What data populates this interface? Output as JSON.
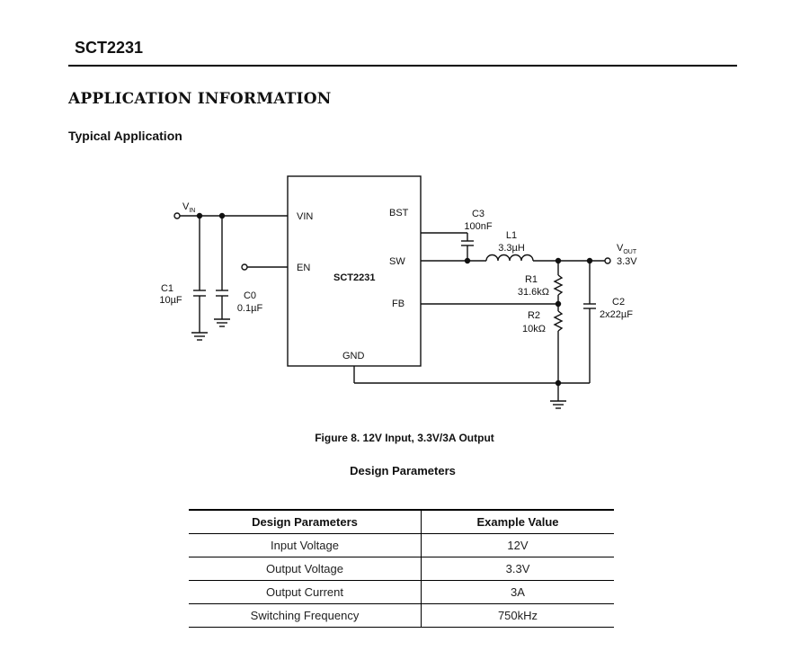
{
  "header": {
    "part_number": "SCT2231"
  },
  "section": {
    "title": "APPLICATION INFORMATION",
    "subtitle": "Typical Application"
  },
  "schematic": {
    "ic": {
      "name": "SCT2231",
      "pins": {
        "vin": "VIN",
        "en": "EN",
        "bst": "BST",
        "sw": "SW",
        "fb": "FB",
        "gnd": "GND"
      }
    },
    "vin_label": {
      "main": "V",
      "sub": "IN"
    },
    "vout_label": {
      "main": "V",
      "sub": "OUT",
      "value": "3.3V"
    },
    "c1": {
      "ref": "C1",
      "value": "10µF"
    },
    "c0": {
      "ref": "C0",
      "value": "0.1µF"
    },
    "c3": {
      "ref": "C3",
      "value": "100nF"
    },
    "l1": {
      "ref": "L1",
      "value": "3.3µH"
    },
    "r1": {
      "ref": "R1",
      "value": "31.6kΩ"
    },
    "r2": {
      "ref": "R2",
      "value": "10kΩ"
    },
    "c2": {
      "ref": "C2",
      "value": "2x22µF"
    }
  },
  "figure": {
    "caption": "Figure 8. 12V Input, 3.3V/3A Output"
  },
  "design_parameters": {
    "title": "Design Parameters",
    "columns": [
      "Design Parameters",
      "Example Value"
    ],
    "rows": [
      [
        "Input Voltage",
        "12V"
      ],
      [
        "Output Voltage",
        "3.3V"
      ],
      [
        "Output Current",
        "3A"
      ],
      [
        "Switching Frequency",
        "750kHz"
      ]
    ]
  }
}
